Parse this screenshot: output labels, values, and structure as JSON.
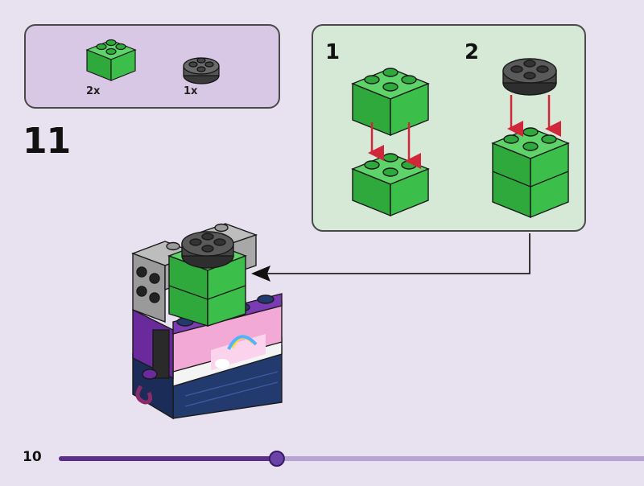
{
  "parts_list": {
    "items": [
      {
        "icon": "green-brick-2x2-icon",
        "color": "#3cbf4a",
        "quantity": "2x"
      },
      {
        "icon": "dark-grey-round-plate-2x2-icon",
        "color": "#4a4a4a",
        "quantity": "1x"
      }
    ]
  },
  "step": {
    "number": "11"
  },
  "sub_steps": [
    {
      "number": "1"
    },
    {
      "number": "2"
    }
  ],
  "progress": {
    "value": 0.37,
    "track_color": "#b8a4d4",
    "fill_color": "#5b2d8c"
  },
  "page": {
    "number": "10"
  },
  "colors": {
    "background": "#e8e1f0",
    "parts_panel": "#d8c8e6",
    "subassembly_panel": "#d6e8d6",
    "arrow_red": "#d0283a",
    "brick_green": "#3cbf4a"
  }
}
